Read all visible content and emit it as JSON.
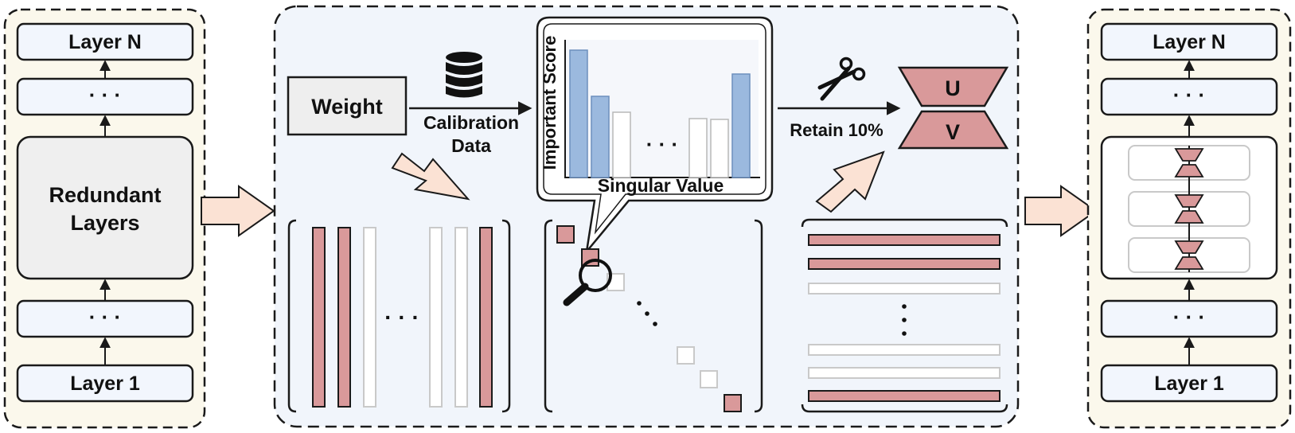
{
  "colors": {
    "panel_left_bg": "#fbf8ec",
    "panel_mid_bg": "#f1f5fb",
    "layer_fill": "#f2f6fd",
    "redundant_fill": "#efefef",
    "weight_fill": "#eeeeee",
    "pink": "#d9999a",
    "blue": "#9bb9de",
    "arrow_fill": "#fbe2d4",
    "stroke": "#1a1a1a",
    "light_stroke": "#c9c9c9"
  },
  "left_stack": {
    "top_layer": "Layer N",
    "ellipsis_upper": "· · ·",
    "redundant_line1": "Redundant",
    "redundant_line2": "Layers",
    "ellipsis_lower": "· · ·",
    "bottom_layer": "Layer 1"
  },
  "middle": {
    "weight_label": "Weight",
    "calibration_line1": "Calibration",
    "calibration_line2": "Data",
    "bar_chart": {
      "y_label": "Important Score",
      "x_label": "Singular Value",
      "ellipsis": "· · ·"
    },
    "retain_label": "Retain 10%",
    "u_label": "U",
    "v_label": "V",
    "column_ellipsis": "· · ·"
  },
  "right_stack": {
    "top_layer": "Layer N",
    "ellipsis_upper": "· · ·",
    "ellipsis_lower": "· · ·",
    "bottom_layer": "Layer 1"
  },
  "icons": {
    "database": "database-icon",
    "scissors": "scissors-icon",
    "magnifier": "magnifier-icon"
  }
}
